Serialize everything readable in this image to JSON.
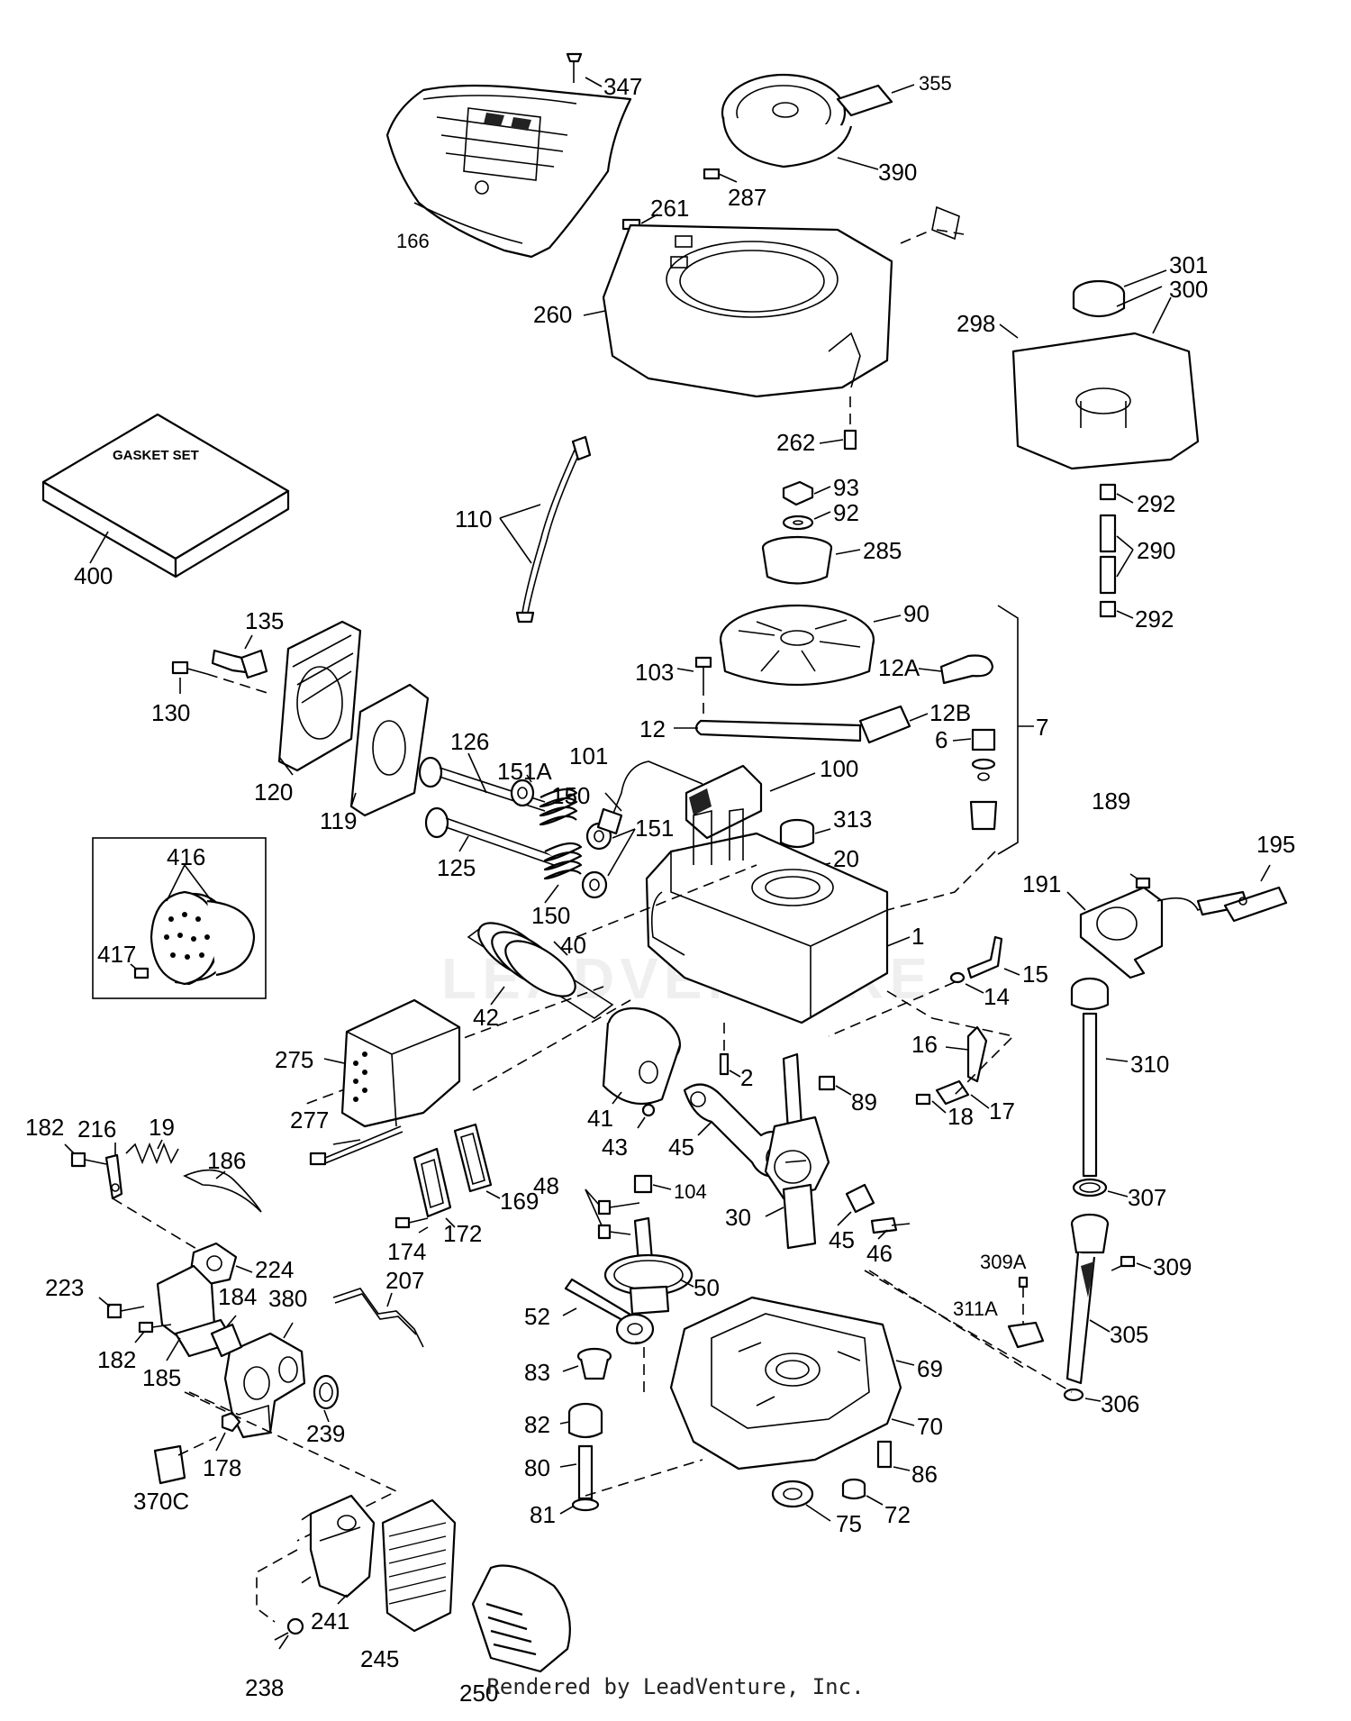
{
  "gasket_label": "GASKET SET",
  "footer": "Rendered by LeadVenture, Inc.",
  "watermark": "LEADVENTURE",
  "labels": {
    "347": "347",
    "355": "355",
    "166": "166",
    "287": "287",
    "390": "390",
    "261": "261",
    "260": "260",
    "301": "301",
    "300": "300",
    "298": "298",
    "262": "262",
    "400": "400",
    "110": "110",
    "93": "93",
    "92": "92",
    "292a": "292",
    "292b": "292",
    "290": "290",
    "285": "285",
    "90": "90",
    "135": "135",
    "130": "130",
    "120": "120",
    "119": "119",
    "126": "126",
    "103": "103",
    "12A": "12A",
    "12": "12",
    "12B": "12B",
    "6": "6",
    "7": "7",
    "101": "101",
    "151A": "151A",
    "100": "100",
    "150a": "150",
    "313": "313",
    "20": "20",
    "189": "189",
    "195": "195",
    "191": "191",
    "125": "125",
    "151": "151",
    "416": "416",
    "417": "417",
    "150b": "150",
    "40": "40",
    "1": "1",
    "15": "15",
    "14": "14",
    "42": "42",
    "310": "310",
    "16": "16",
    "275": "275",
    "2": "2",
    "89": "89",
    "17": "17",
    "18": "18",
    "41": "41",
    "277": "277",
    "43": "43",
    "45a": "45",
    "182a": "182",
    "216": "216",
    "19": "19",
    "186": "186",
    "48": "48",
    "104": "104",
    "307": "307",
    "169": "169",
    "30": "30",
    "45b": "45",
    "46": "46",
    "172": "172",
    "174": "174",
    "224": "224",
    "309A": "309A",
    "309": "309",
    "223": "223",
    "184": "184",
    "380": "380",
    "207": "207",
    "50": "50",
    "311A": "311A",
    "182b": "182",
    "185": "185",
    "52": "52",
    "305": "305",
    "83": "83",
    "69": "69",
    "306": "306",
    "82": "82",
    "70": "70",
    "239": "239",
    "178": "178",
    "80": "80",
    "86": "86",
    "370C": "370C",
    "81": "81",
    "75": "75",
    "72": "72",
    "241": "241",
    "245": "245",
    "238": "238",
    "250": "250"
  }
}
